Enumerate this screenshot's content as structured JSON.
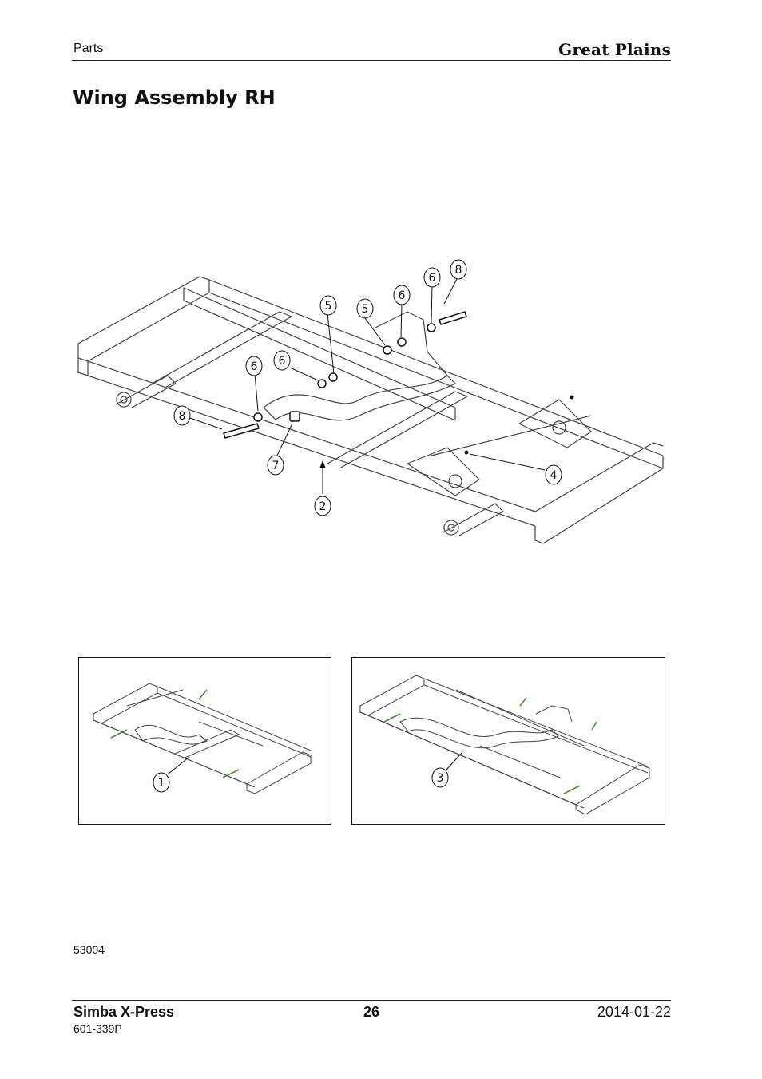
{
  "header": {
    "section": "Parts",
    "brand": "Great Plains"
  },
  "page_title": "Wing Assembly RH",
  "callouts": {
    "c2": "2",
    "c4": "4",
    "c5a": "5",
    "c5b": "5",
    "c6a": "6",
    "c6b": "6",
    "c6c": "6",
    "c6d": "6",
    "c7": "7",
    "c8a": "8",
    "c8b": "8"
  },
  "insets": {
    "left_callout": "1",
    "right_callout": "3"
  },
  "figure_number": "53004",
  "footer": {
    "product": "Simba X-Press",
    "part_number": "601-339P",
    "page": "26",
    "date": "2014-01-22"
  },
  "colors": {
    "line": "#333333",
    "accent": "#4a8a3a"
  }
}
